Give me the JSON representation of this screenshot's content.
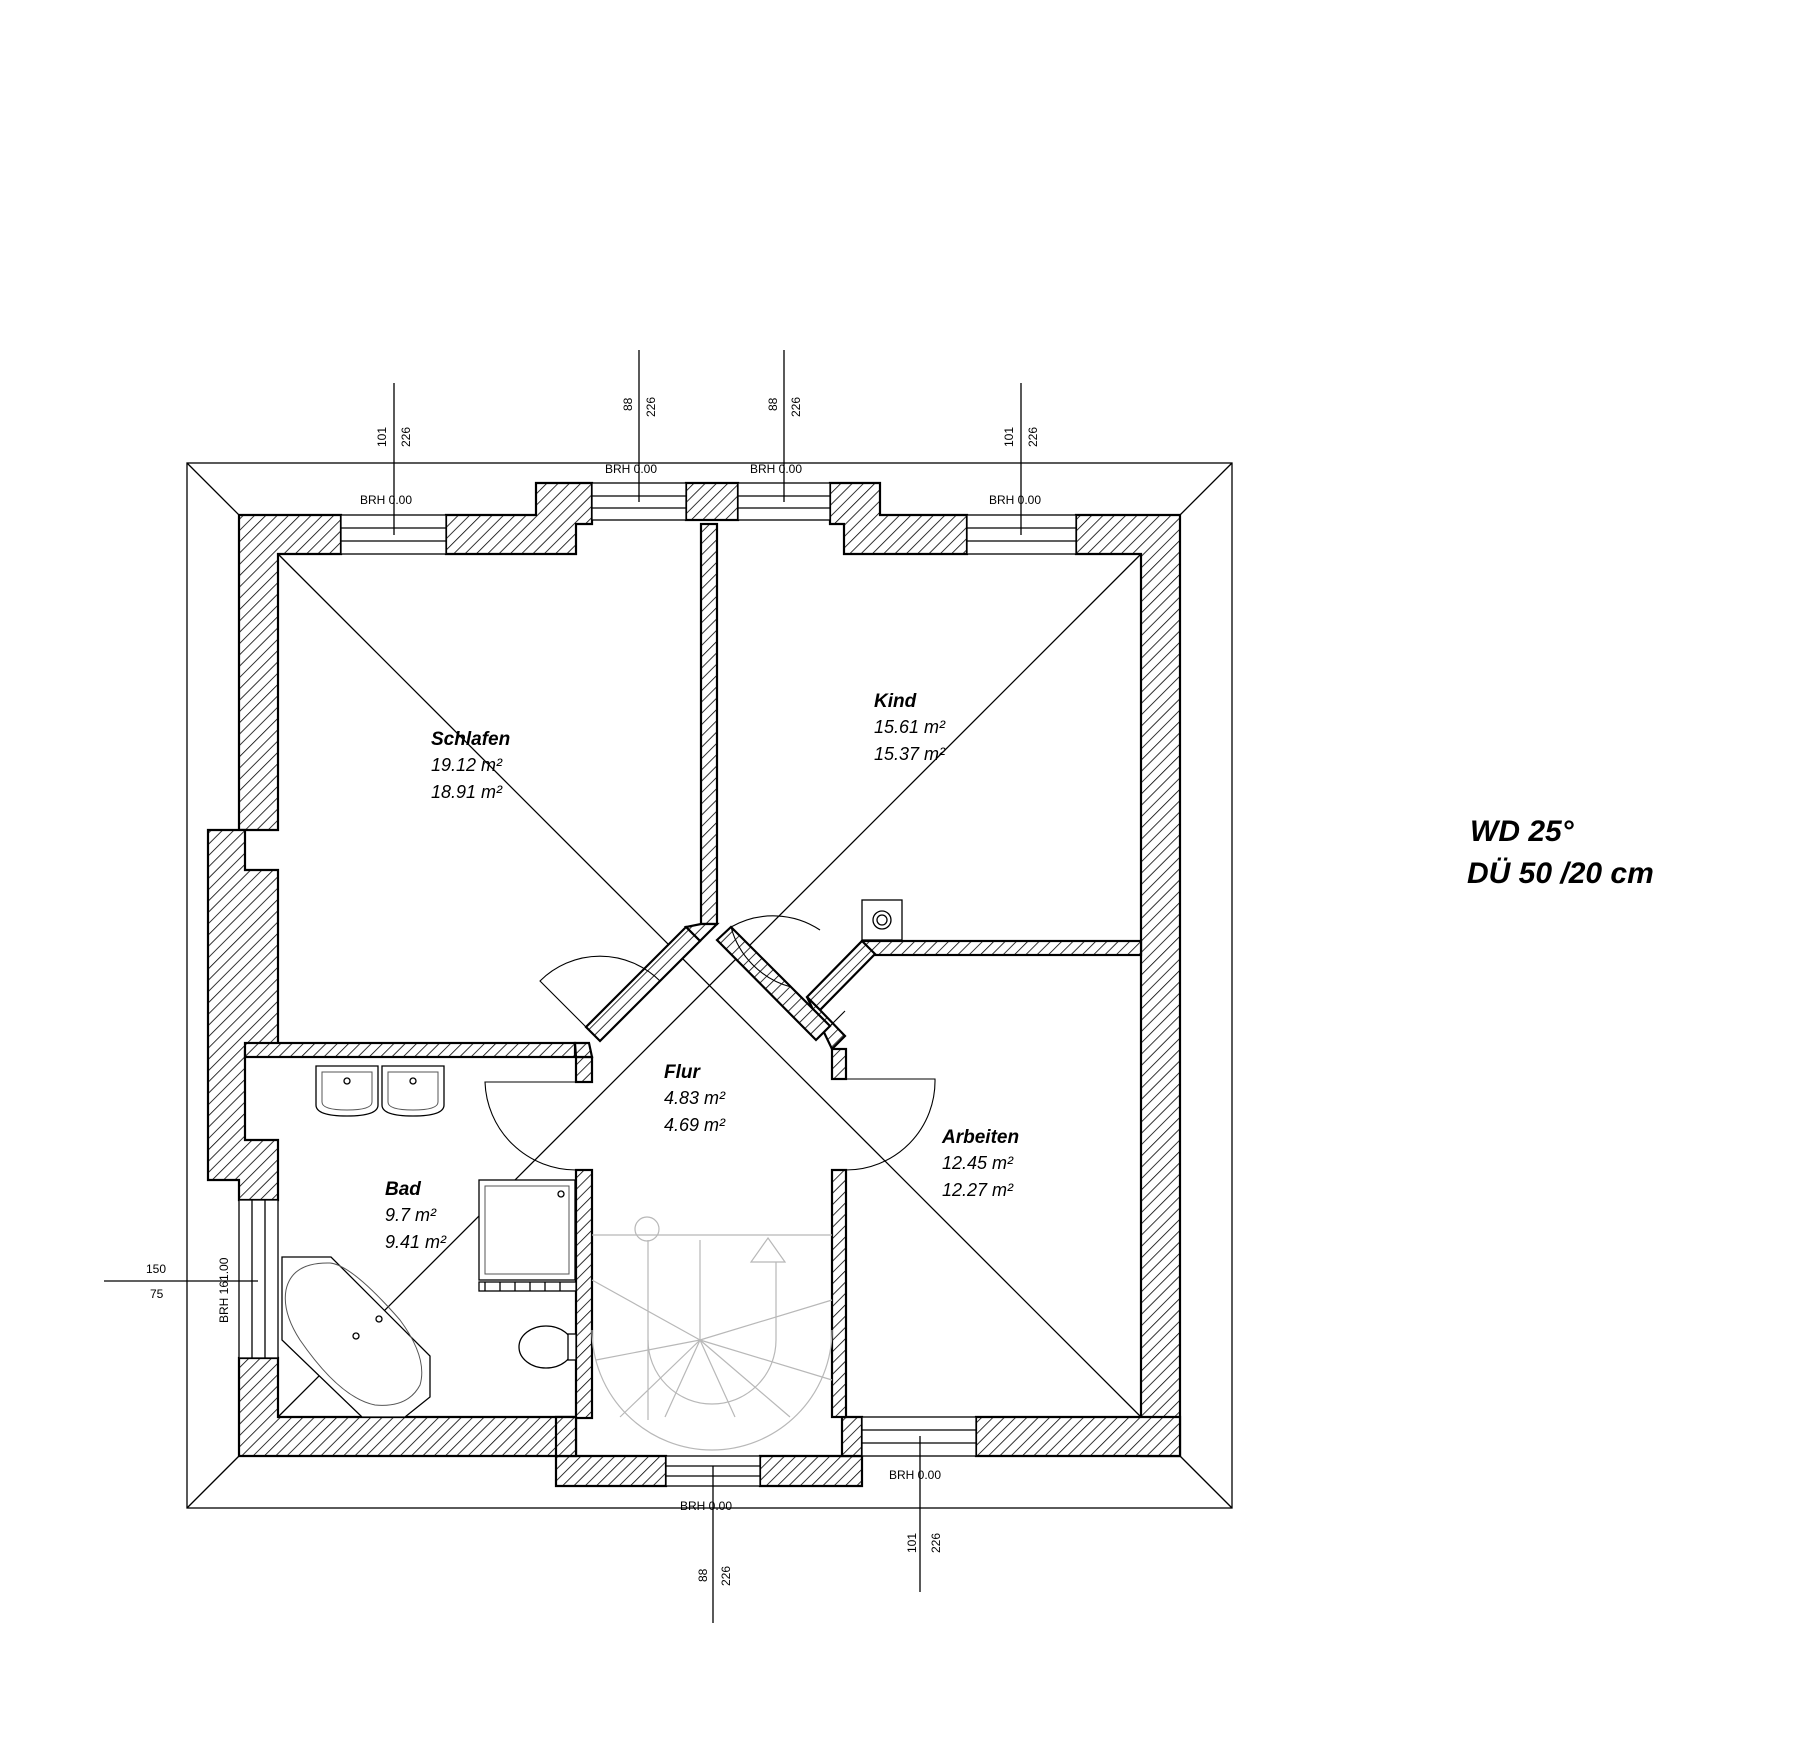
{
  "rooms": {
    "schlafen": {
      "name": "Schlafen",
      "area_gross": "19.12 m²",
      "area_net": "18.91 m²"
    },
    "kind": {
      "name": "Kind",
      "area_gross": "15.61 m²",
      "area_net": "15.37 m²"
    },
    "flur": {
      "name": "Flur",
      "area_gross": "4.83 m²",
      "area_net": "4.69 m²"
    },
    "arbeiten": {
      "name": "Arbeiten",
      "area_gross": "12.45 m²",
      "area_net": "12.27 m²"
    },
    "bad": {
      "name": "Bad",
      "area_gross": "9.7 m²",
      "area_net": "9.41 m²"
    }
  },
  "roof": {
    "pitch": "WD 25°",
    "overhang": "DÜ 50 /20 cm"
  },
  "windows": {
    "top_left": {
      "brh": "BRH 0.00",
      "width": "101",
      "height": "226"
    },
    "top_mid_left": {
      "brh": "BRH 0.00",
      "width": "88",
      "height": "226"
    },
    "top_mid_right": {
      "brh": "BRH 0.00",
      "width": "88",
      "height": "226"
    },
    "top_right": {
      "brh": "BRH 0.00",
      "width": "101",
      "height": "226"
    },
    "bottom_mid": {
      "brh": "BRH 0.00",
      "width": "88",
      "height": "226"
    },
    "bottom_right": {
      "brh": "BRH 0.00",
      "width": "101",
      "height": "226"
    },
    "left_bath": {
      "brh": "BRH 161.00",
      "width": "150",
      "height": "75"
    }
  }
}
